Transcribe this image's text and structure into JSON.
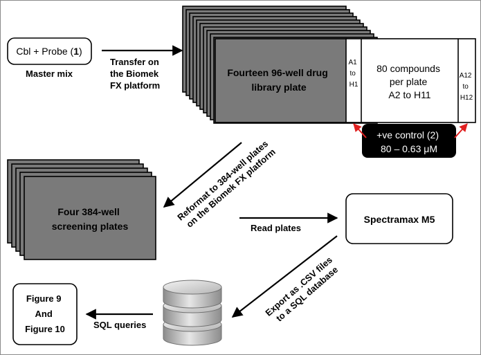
{
  "mastermix": {
    "box_text": "Cbl + Probe (",
    "box_bold": "1",
    "box_close": ")",
    "caption": "Master mix"
  },
  "transfer_label": [
    "Transfer on",
    "the Biomek",
    "FX platform"
  ],
  "drug_plate_label": [
    "Fourteen 96-well drug",
    "library plate"
  ],
  "plate_layout": {
    "left_col": [
      "A1",
      "to",
      "H1"
    ],
    "center": [
      "80 compounds",
      "per plate",
      "A2 to H11"
    ],
    "right_col": [
      "A12",
      "to",
      "H12"
    ]
  },
  "control": {
    "line1": "+ve control (2)",
    "line2": "80 – 0.63 μM"
  },
  "reformat_label": [
    "Reformat to 384-well plates",
    "on the Biomek FX platform"
  ],
  "screening_label": [
    "Four 384-well",
    "screening plates"
  ],
  "read_label": "Read plates",
  "reader": "Spectramax M5",
  "export_label": [
    "Export as .CSV files",
    "to a SQL database"
  ],
  "sql_label": "SQL queries",
  "figures": [
    "Figure 9",
    "And",
    "Figure 10"
  ],
  "colors": {
    "plate_fill": "#7a7a7a",
    "control_bg": "#000000",
    "control_arrow": "#e02020",
    "database_grey": "#a8a8a8"
  },
  "icons": [
    "database-icon"
  ]
}
